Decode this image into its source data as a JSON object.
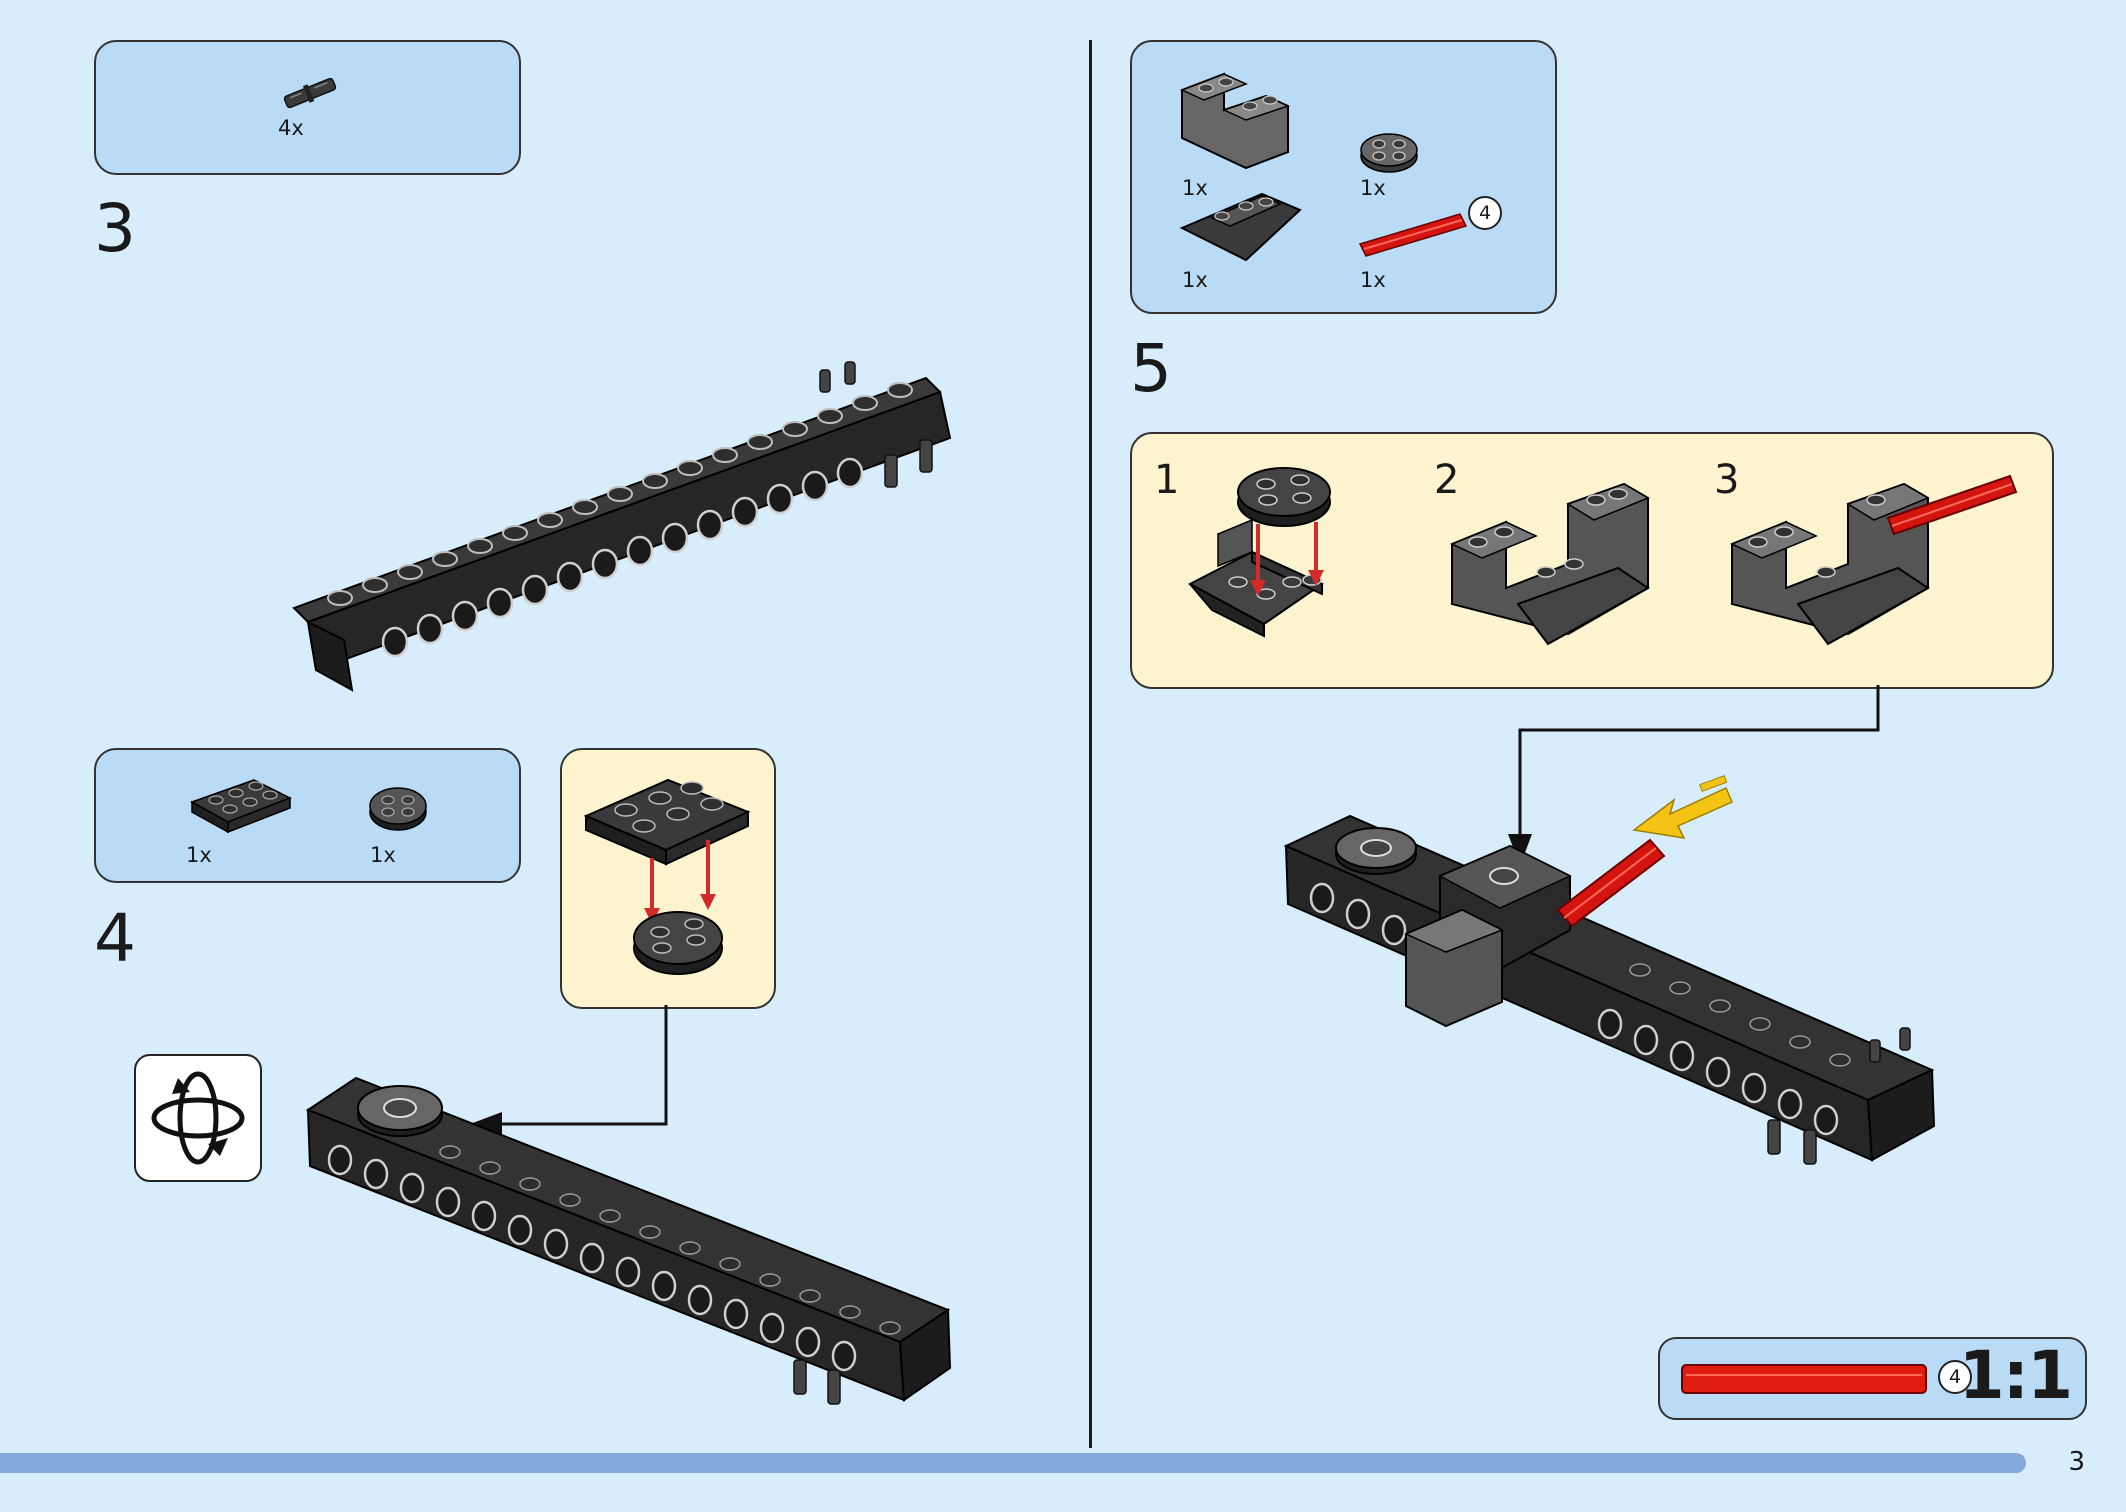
{
  "colors": {
    "page_background": "#d8edfb",
    "parts_box": "#b9dbf5",
    "sub_assembly_box": "#fdf3cf",
    "brick_dark": "#2b2b2b",
    "brick_grey": "#6b6b6b",
    "axle_red": "#d4150f",
    "arrow_red": "#d32a2a",
    "arrow_yellow": "#f3c316",
    "progress_bar": "#86a9dd"
  },
  "step3": {
    "number": "3",
    "parts": [
      {
        "qty": "4x",
        "icon": "friction-pin-icon"
      }
    ]
  },
  "step4": {
    "number": "4",
    "parts": [
      {
        "qty": "1x",
        "icon": "plate-2x3-icon"
      },
      {
        "qty": "1x",
        "icon": "round-plate-2x2-icon"
      }
    ],
    "rotate_icon": "rotate-model-icon"
  },
  "step5": {
    "number": "5",
    "parts": [
      {
        "qty": "1x",
        "icon": "grey-bracket-brick-icon"
      },
      {
        "qty": "1x",
        "icon": "round-plate-2x2-icon"
      },
      {
        "qty": "1x",
        "icon": "inverted-slope-icon"
      },
      {
        "qty": "1x",
        "icon": "red-axle-icon",
        "callout": "4"
      }
    ],
    "sub_steps": [
      "1",
      "2",
      "3"
    ]
  },
  "scale": {
    "callout": "4",
    "label": "1:1"
  },
  "page_number": "3"
}
